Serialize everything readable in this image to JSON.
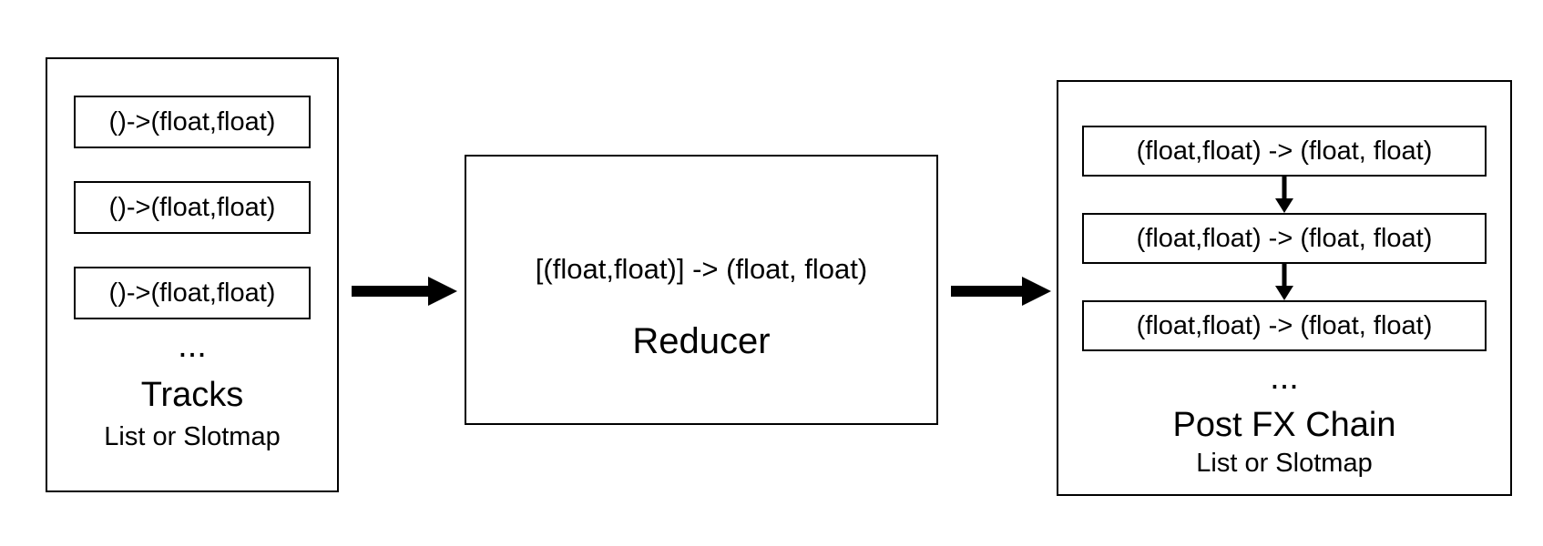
{
  "colors": {
    "line": "#000000",
    "background": "#ffffff"
  },
  "tracks": {
    "slots": [
      "()->(float,float)",
      "()->(float,float)",
      "()->(float,float)"
    ],
    "ellipsis": "...",
    "title": "Tracks",
    "subtitle": "List or Slotmap"
  },
  "reducer": {
    "signature": "[(float,float)] -> (float, float)",
    "title": "Reducer"
  },
  "postfx": {
    "slots": [
      "(float,float) -> (float, float)",
      "(float,float) -> (float, float)",
      "(float,float) -> (float, float)"
    ],
    "ellipsis": "...",
    "title": "Post FX Chain",
    "subtitle": "List or Slotmap"
  }
}
